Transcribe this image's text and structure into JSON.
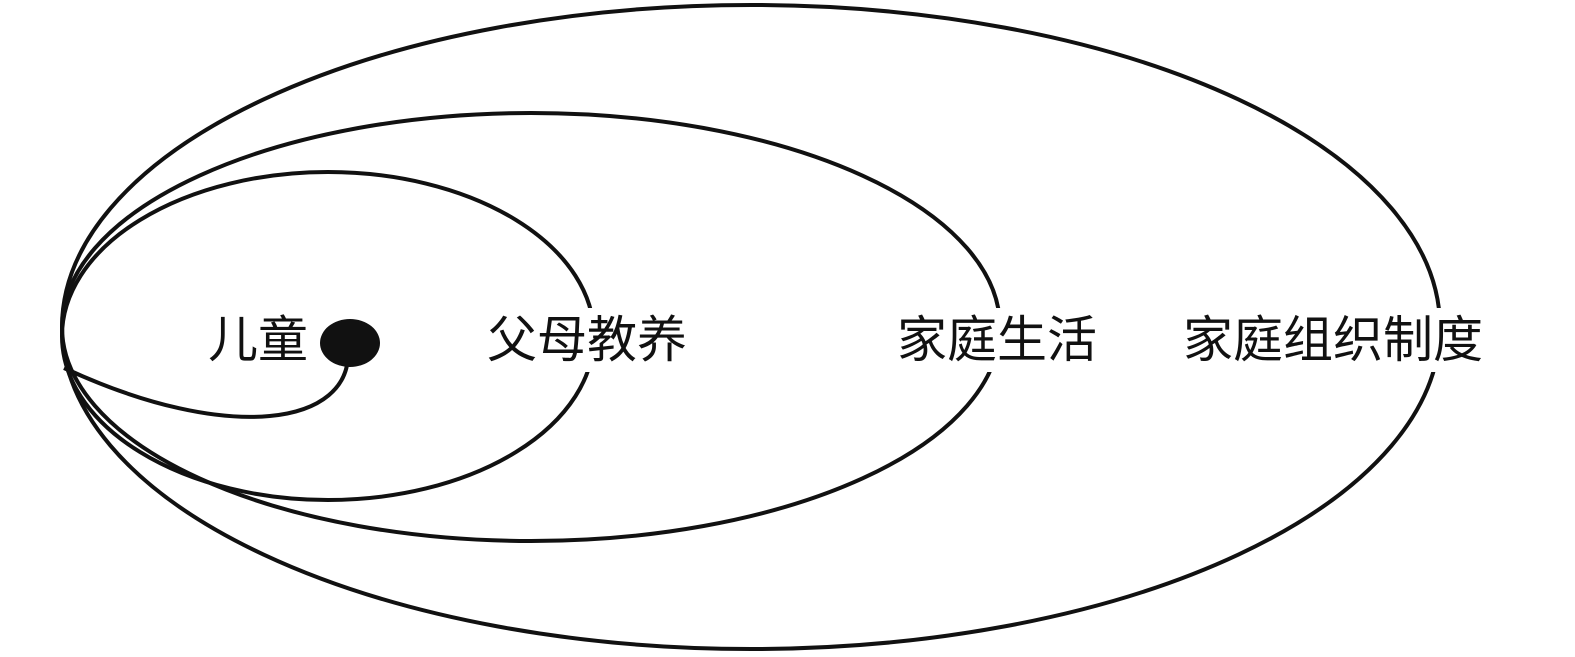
{
  "diagram": {
    "labels": {
      "child": "儿童",
      "parenting": "父母教养",
      "family_life": "家庭生活",
      "family_institution": "家庭组织制度"
    },
    "colors": {
      "stroke": "#111111",
      "background": "#ffffff"
    }
  }
}
